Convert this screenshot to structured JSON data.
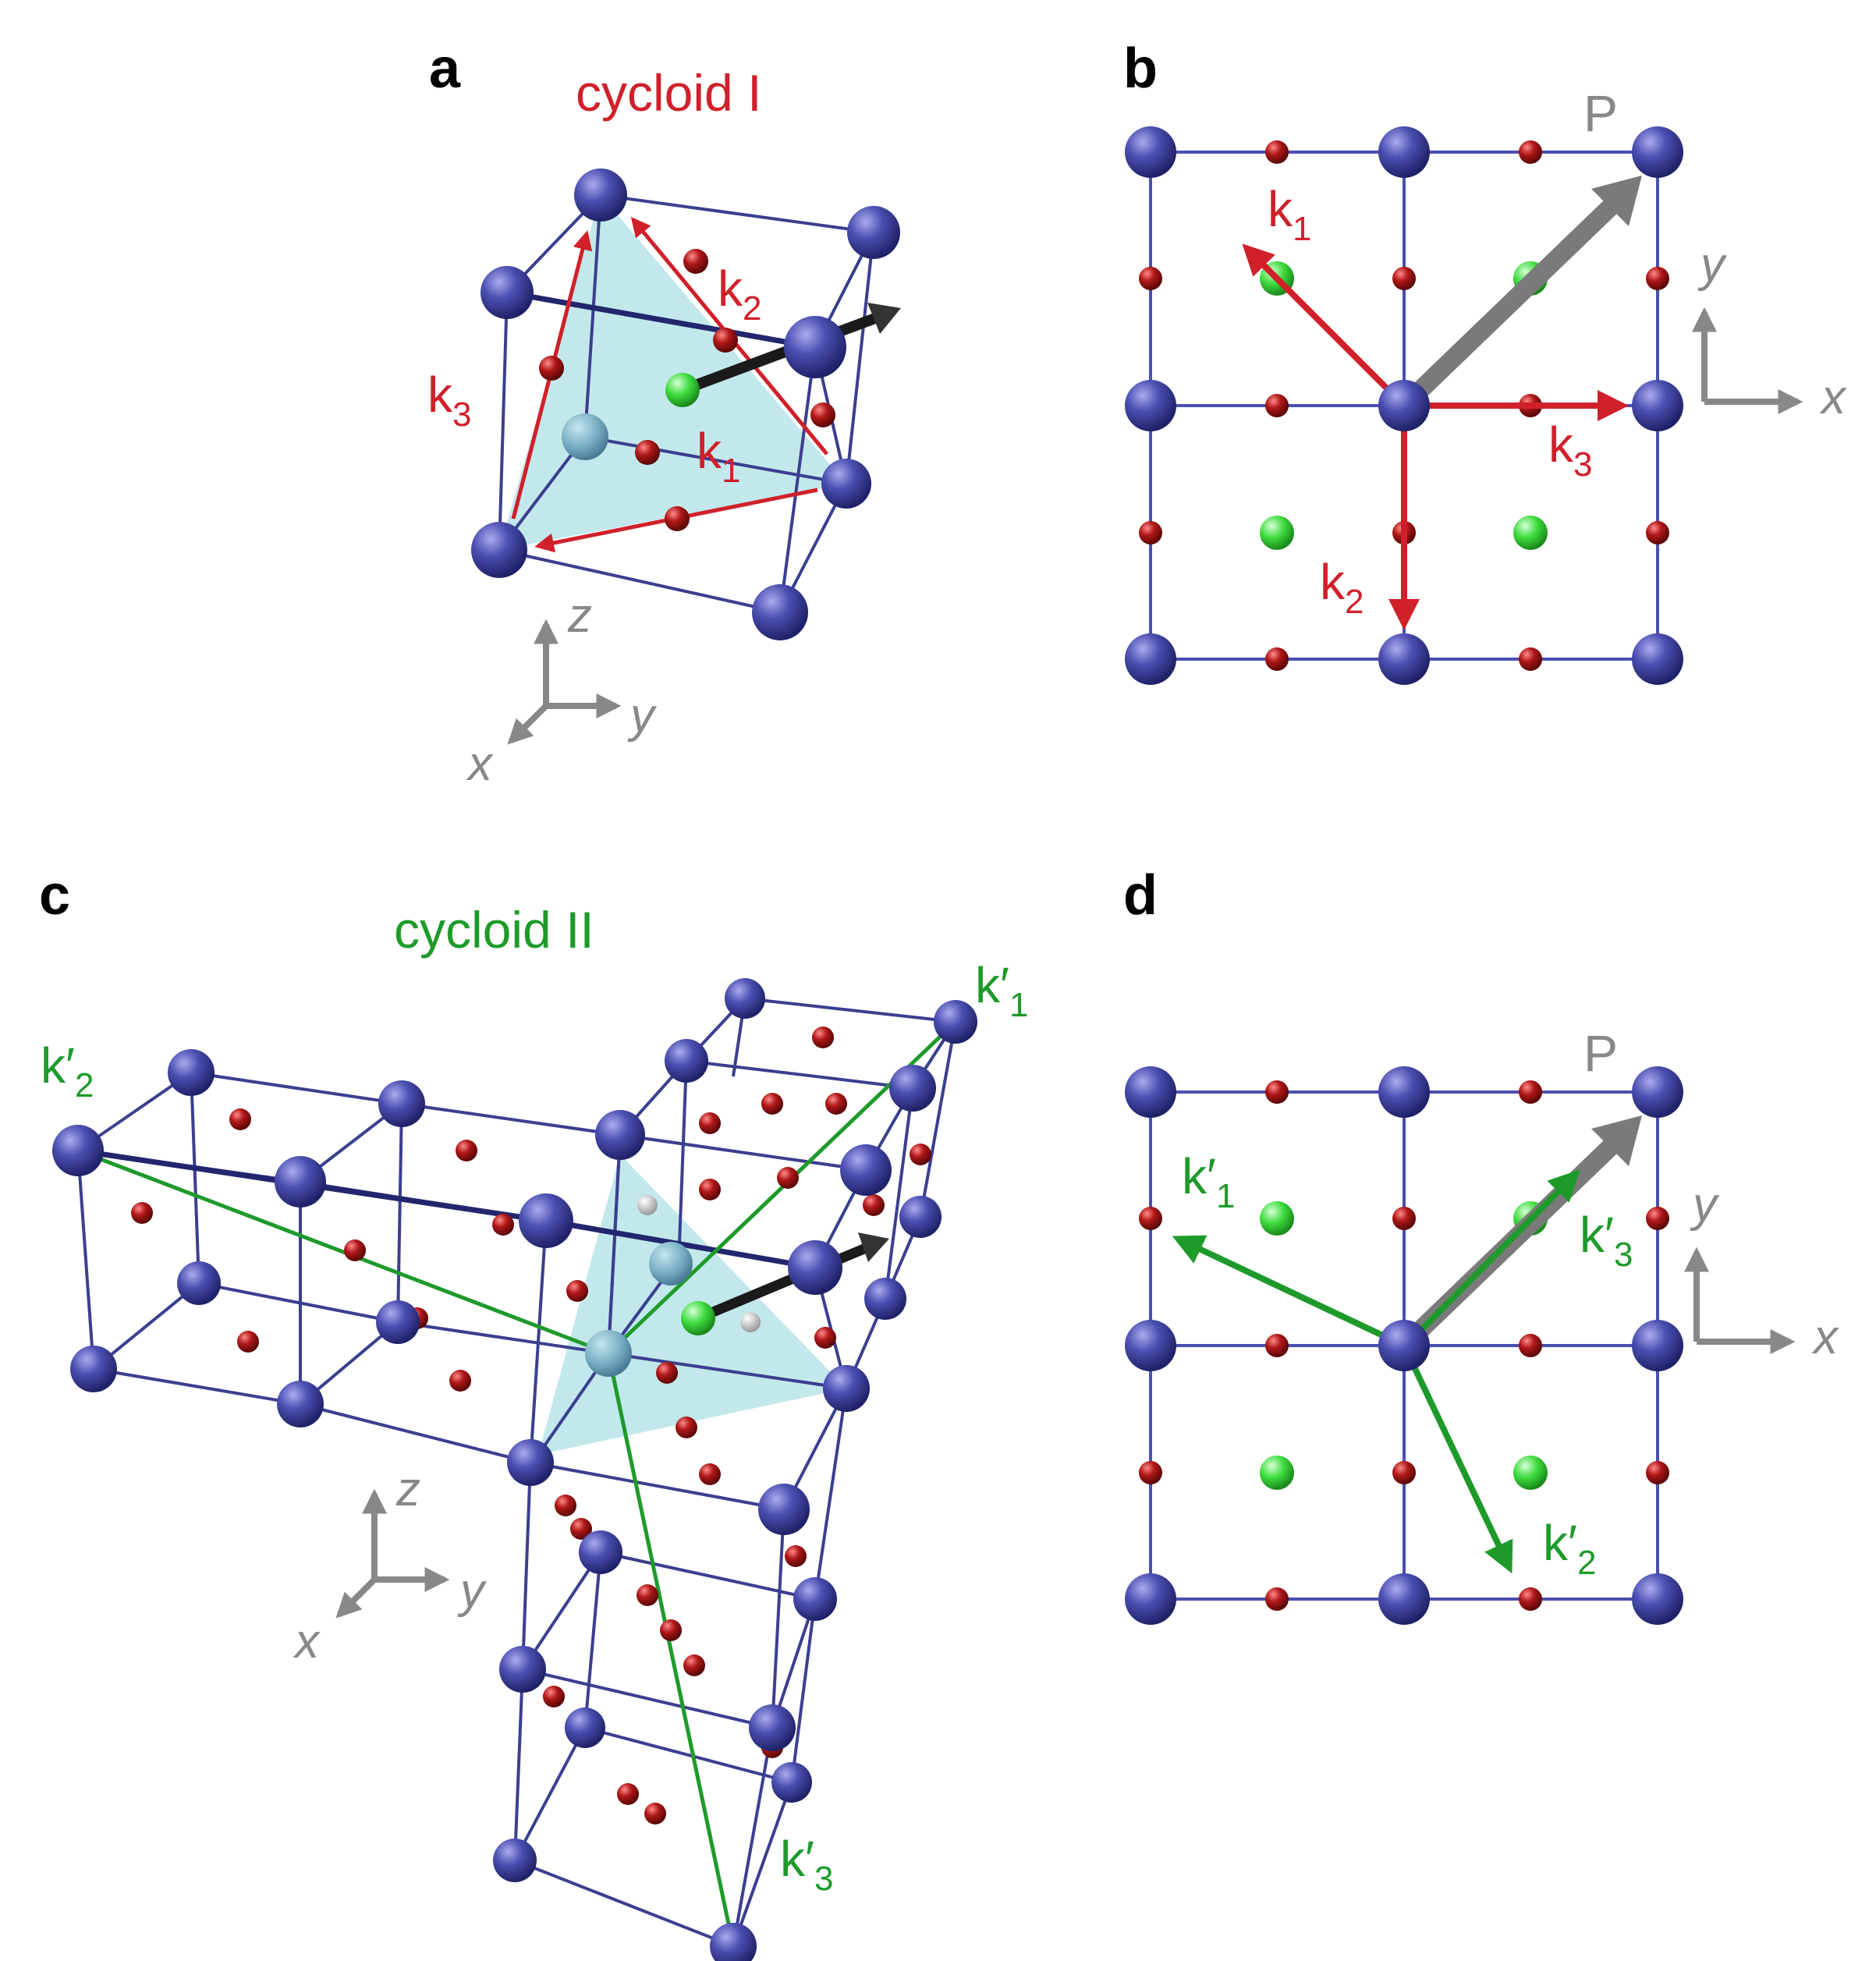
{
  "panels": {
    "a": {
      "letter": "a",
      "title": "cycloid I",
      "k1": "k",
      "k1_sub": "1",
      "k2": "k",
      "k2_sub": "2",
      "k3": "k",
      "k3_sub": "3",
      "ax_x": "x",
      "ax_y": "y",
      "ax_z": "z"
    },
    "b": {
      "letter": "b",
      "p_label": "P",
      "k1": "k",
      "k1_sub": "1",
      "k2": "k",
      "k2_sub": "2",
      "k3": "k",
      "k3_sub": "3",
      "ax_x": "x",
      "ax_y": "y"
    },
    "c": {
      "letter": "c",
      "title": "cycloid II",
      "k1": "k′",
      "k1_sub": "1",
      "k2": "k′",
      "k2_sub": "2",
      "k3": "k′",
      "k3_sub": "3",
      "ax_x": "x",
      "ax_y": "y",
      "ax_z": "z"
    },
    "d": {
      "letter": "d",
      "p_label": "P",
      "k1": "k′",
      "k1_sub": "1",
      "k2": "k′",
      "k2_sub": "2",
      "k3": "k′",
      "k3_sub": "3",
      "ax_x": "x",
      "ax_y": "y"
    }
  },
  "colors": {
    "atom_blue": "#4b4fb0",
    "atom_red": "#b01818",
    "atom_green": "#3fdc3f",
    "arrow_red": "#d0202a",
    "arrow_green": "#1e9a2a",
    "arrow_gray": "#7a7a7a",
    "plane_cyan": "#8fd6dc"
  }
}
